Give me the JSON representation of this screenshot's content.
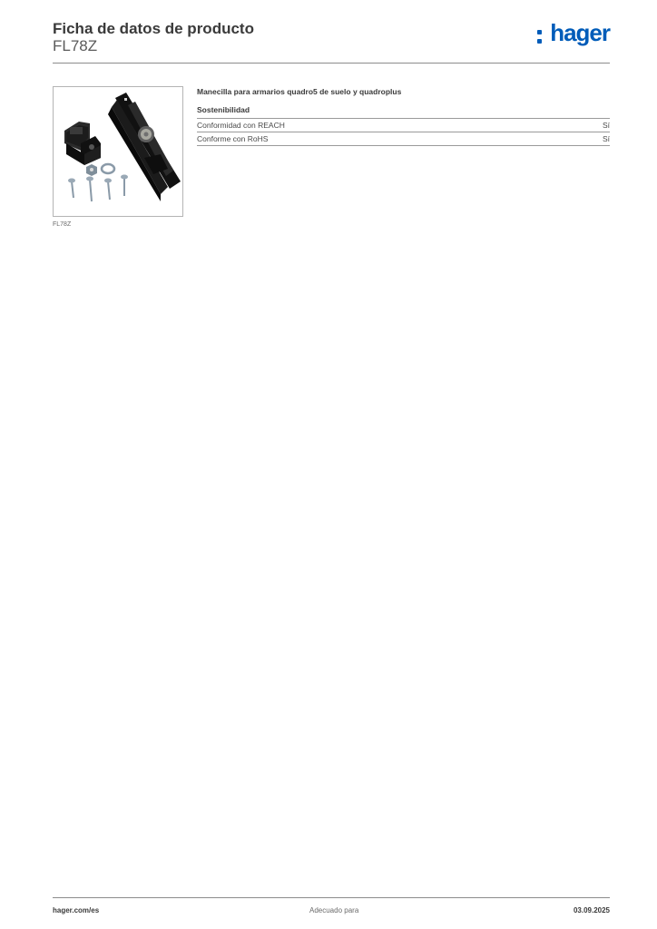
{
  "header": {
    "title": "Ficha de datos de producto",
    "reference": "FL78Z",
    "logo_text": "hager",
    "brand_color": "#005cb9"
  },
  "product": {
    "image_caption": "FL78Z",
    "description": "Manecilla para armarios quadro5 de suelo y quadroplus"
  },
  "sections": [
    {
      "title": "Sostenibilidad",
      "rows": [
        {
          "label": "Conformidad con REACH",
          "value": "Sí"
        },
        {
          "label": "Conforme con RoHS",
          "value": "Sí"
        }
      ]
    }
  ],
  "footer": {
    "website": "hager.com/es",
    "center_text": "Adecuado para",
    "date": "03.09.2025"
  }
}
